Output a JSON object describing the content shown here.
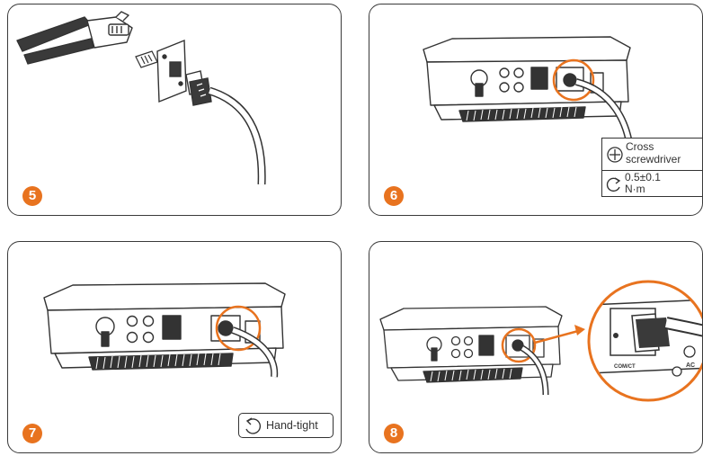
{
  "panels": [
    {
      "step": "5"
    },
    {
      "step": "6",
      "tool": {
        "name_line1": "Cross",
        "name_line2": "screwdriver",
        "torque_line1": "0.5±0.1",
        "torque_line2": "N·m"
      }
    },
    {
      "step": "7",
      "note": "Hand-tight"
    },
    {
      "step": "8",
      "zoom_labels": {
        "left": "COM/CT",
        "right": "AC"
      }
    }
  ],
  "colors": {
    "accent": "#e8731f",
    "outline": "#3a3a3a"
  },
  "icons": [
    "crimping-tool-icon",
    "rj45-connector-icon",
    "screwdriver-cross-icon",
    "rotate-ccw-icon",
    "rotate-cw-icon"
  ]
}
